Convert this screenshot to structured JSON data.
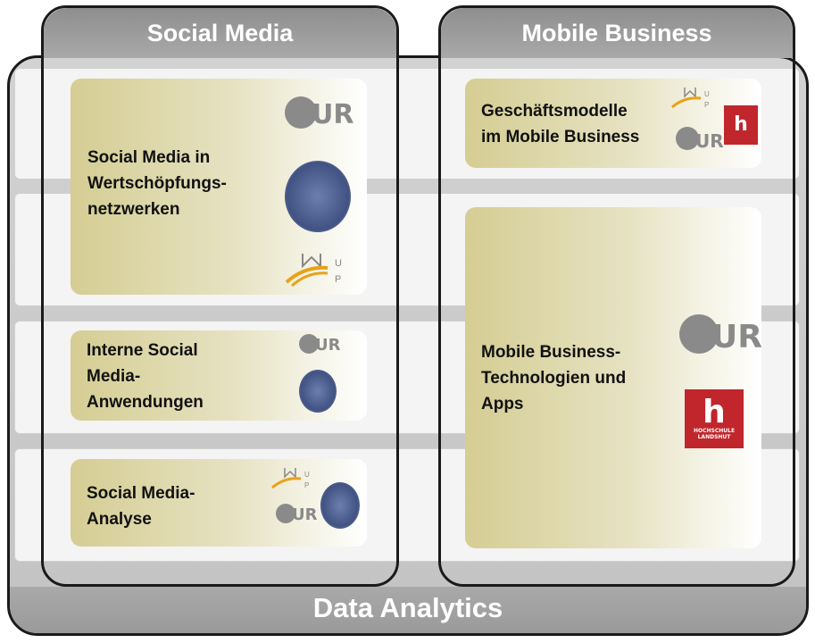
{
  "data_analytics": {
    "label": "Data Analytics"
  },
  "social_media": {
    "header": "Social Media",
    "cards": [
      {
        "text": "Social Media in\nWertschöpfungs-\nnetzwerken",
        "logos": [
          "ur-logo",
          "bamberg-seal",
          "passau-logo"
        ]
      },
      {
        "text": "Interne Social\nMedia-\nAnwendungen",
        "logos": [
          "ur-logo",
          "bamberg-seal"
        ]
      },
      {
        "text": "Social Media-\nAnalyse",
        "logos": [
          "passau-logo",
          "ur-logo",
          "bamberg-seal"
        ]
      }
    ]
  },
  "mobile_business": {
    "header": "Mobile Business",
    "cards": [
      {
        "text": "Geschäftsmodelle\nim Mobile Business",
        "logos": [
          "passau-logo",
          "ur-logo",
          "landshut-logo"
        ]
      },
      {
        "text": "Mobile Business-\nTechnologien und\nApps",
        "logos": [
          "ur-logo",
          "landshut-logo"
        ]
      }
    ]
  },
  "logos": {
    "ur": {
      "text": "UR",
      "color": "#8a8a8a"
    },
    "landshut": {
      "text": "HOCHSCHULE\nLANDSHUT",
      "color": "#c0262c"
    }
  },
  "colors": {
    "card_gold": "#d5cd93",
    "frame": "#1a1a1a",
    "header_gray": "#9a9a9a"
  }
}
